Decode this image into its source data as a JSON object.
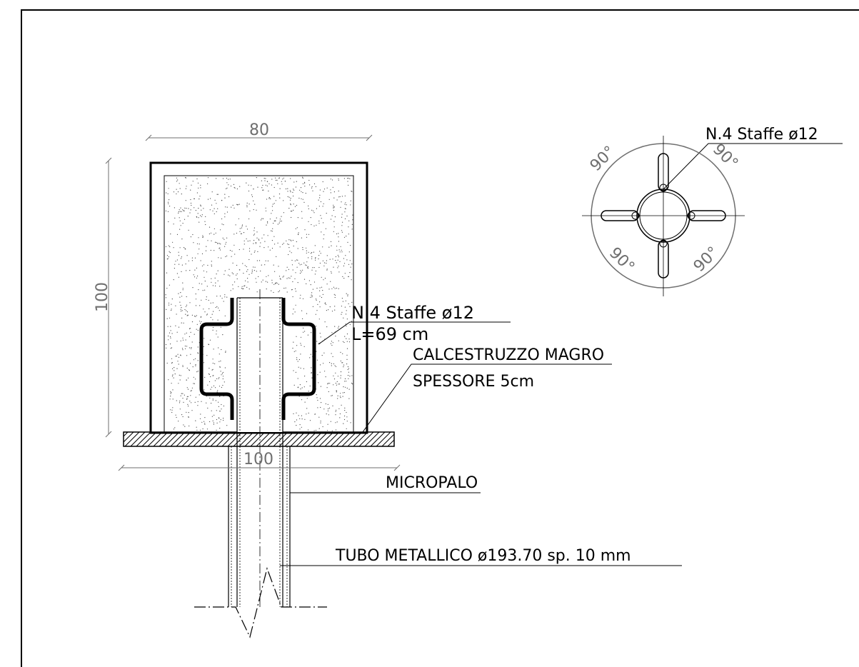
{
  "dimensions": {
    "width": "80",
    "height": "100",
    "plate": "100"
  },
  "labels": {
    "staffe_plan": "N.4 Staffe ø12",
    "staffe_section_1": "N.4 Staffe ø12",
    "staffe_section_2": "L=69 cm",
    "magro_1": "CALCESTRUZZO MAGRO",
    "magro_2": "SPESSORE 5cm",
    "micropalo": "MICROPALO",
    "tubo": "TUBO METALLICO ø193.70 sp. 10 mm"
  },
  "angles": {
    "a1": "90°",
    "a2": "90°",
    "a3": "90°",
    "a4": "90°"
  }
}
